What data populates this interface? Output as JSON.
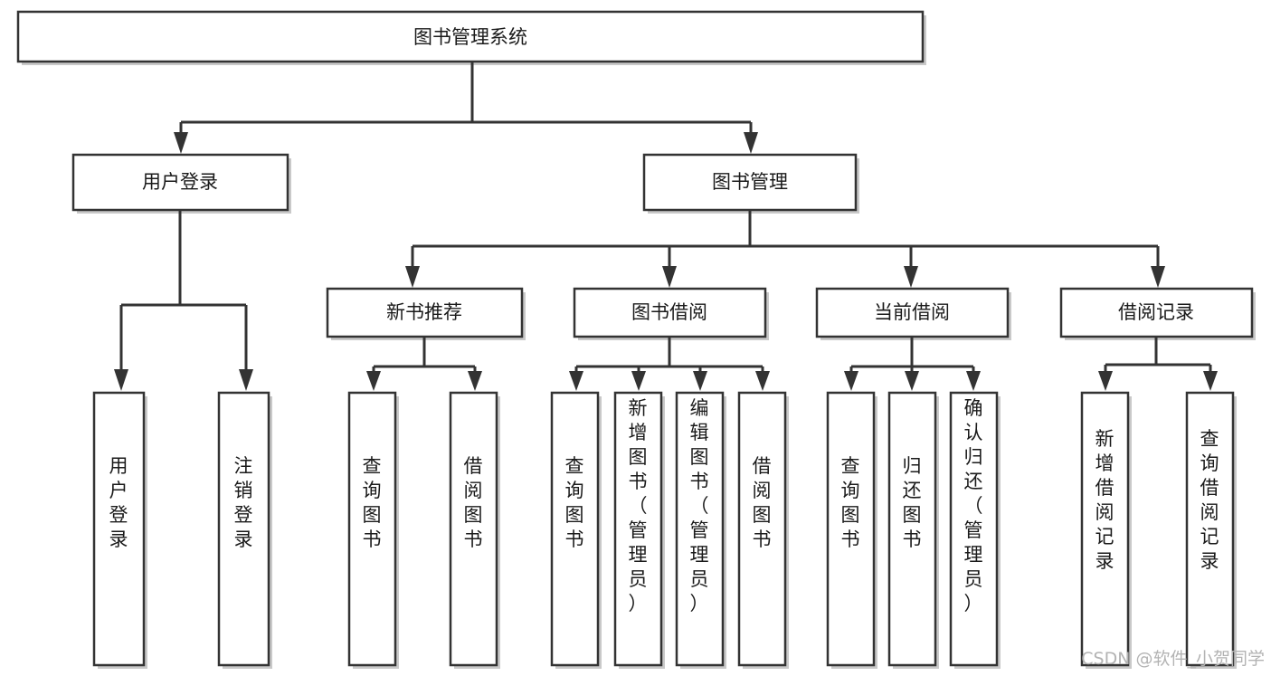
{
  "diagram": {
    "type": "hierarchy-tree",
    "title": "图书管理系统",
    "orientation": "top-down",
    "levels": 4,
    "root": {
      "id": "root",
      "label": "图书管理系统"
    },
    "level2": [
      {
        "id": "user-login",
        "label": "用户登录"
      },
      {
        "id": "book-manage",
        "label": "图书管理"
      }
    ],
    "level3": [
      {
        "id": "new-book-recommend",
        "label": "新书推荐",
        "parent": "book-manage"
      },
      {
        "id": "book-borrow",
        "label": "图书借阅",
        "parent": "book-manage"
      },
      {
        "id": "current-borrow",
        "label": "当前借阅",
        "parent": "book-manage"
      },
      {
        "id": "borrow-record",
        "label": "借阅记录",
        "parent": "book-manage"
      }
    ],
    "leaves": [
      {
        "id": "leaf-user-login",
        "label": "用户登录",
        "parent": "user-login"
      },
      {
        "id": "leaf-logout",
        "label": "注销登录",
        "parent": "user-login"
      },
      {
        "id": "leaf-query-book-1",
        "label": "查询图书",
        "parent": "new-book-recommend"
      },
      {
        "id": "leaf-borrow-book-1",
        "label": "借阅图书",
        "parent": "new-book-recommend"
      },
      {
        "id": "leaf-query-book-2",
        "label": "查询图书",
        "parent": "book-borrow"
      },
      {
        "id": "leaf-add-book",
        "label": "新增图书（管理员）",
        "parent": "book-borrow"
      },
      {
        "id": "leaf-edit-book",
        "label": "编辑图书（管理员）",
        "parent": "book-borrow"
      },
      {
        "id": "leaf-borrow-book-2",
        "label": "借阅图书",
        "parent": "book-borrow"
      },
      {
        "id": "leaf-query-book-3",
        "label": "查询图书",
        "parent": "current-borrow"
      },
      {
        "id": "leaf-return-book",
        "label": "归还图书",
        "parent": "current-borrow"
      },
      {
        "id": "leaf-confirm-return",
        "label": "确认归还（管理员）",
        "parent": "current-borrow"
      },
      {
        "id": "leaf-add-record",
        "label": "新增借阅记录",
        "parent": "borrow-record"
      },
      {
        "id": "leaf-query-record",
        "label": "查询借阅记录",
        "parent": "borrow-record"
      }
    ],
    "colors": {
      "box_stroke": "#333333",
      "box_fill": "#ffffff",
      "connector": "#333333",
      "text": "#1a1a1a",
      "watermark": "#b3b3b3",
      "background": "#ffffff"
    }
  },
  "watermark": {
    "text": "CSDN @软件_小贺同学"
  }
}
